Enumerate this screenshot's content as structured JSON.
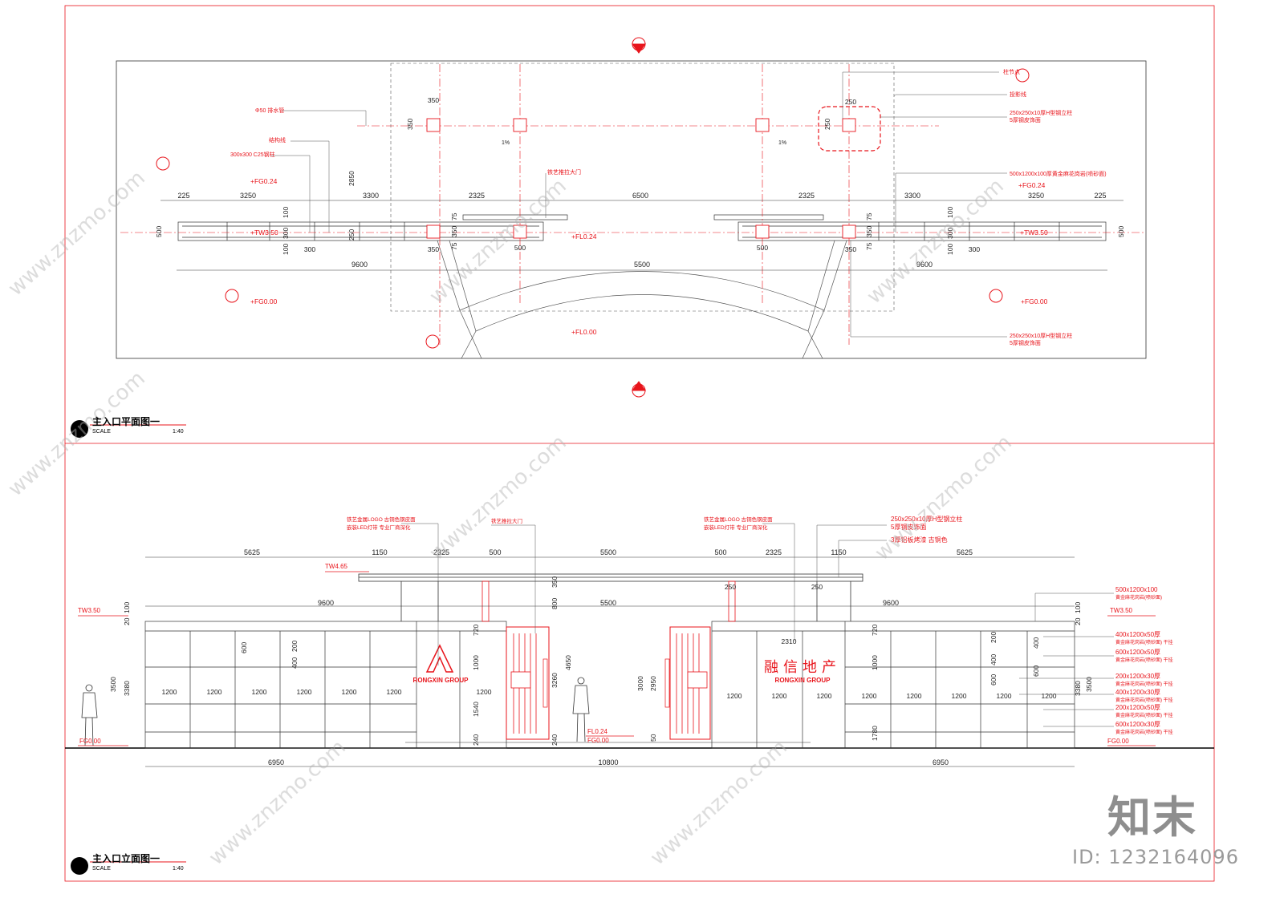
{
  "plan": {
    "title": "主入口平面图一",
    "scale_label": "SCALE",
    "scale": "1:40",
    "top_dims": [
      "225",
      "3250",
      "3300",
      "2325",
      "6500",
      "2325",
      "3300",
      "3250",
      "225"
    ],
    "bottom_dims": [
      "9600",
      "5500",
      "9600"
    ],
    "sub_dims": {
      "d350": "350",
      "d250": "250",
      "d2850": "2850",
      "d500": "500",
      "d100": "100",
      "d300": "300",
      "d75": "75",
      "d1pct": "1%"
    },
    "levels": {
      "fg024": "+FG0.24",
      "fl024": "+FL0.24",
      "fg000": "+FG0.00",
      "fl000": "+FL0.00",
      "tw350": "+TW3.50"
    },
    "notes_left": [
      "Φ50 排水管",
      "结构线",
      "300x300 C25钢柱"
    ],
    "notes_right": [
      "柱节点",
      "投影线",
      "250x250x10厚H型钢立柱",
      "5厚钢皮饰面",
      "500x1200x100厚黄金麻花岗岩(喷砂面)",
      "250x250x10厚H型钢立柱",
      "5厚钢皮饰面"
    ],
    "note_gate": "铁艺推拉大门"
  },
  "elevation": {
    "title": "主入口立面图一",
    "scale_label": "SCALE",
    "scale": "1:40",
    "top_dims": [
      "5625",
      "1150",
      "2325",
      "500",
      "5500",
      "500",
      "2325",
      "1150",
      "5625"
    ],
    "second_dims": [
      "9600",
      "5500",
      "9600"
    ],
    "bottom_dims": [
      "6950",
      "10800",
      "6950"
    ],
    "panel_width": "1200",
    "vert_dims": {
      "d3500": "3500",
      "d3380": "3380",
      "d100": "100",
      "d20": "20",
      "d350": "350",
      "d800": "800",
      "d4650": "4650",
      "d3260": "3260",
      "d720": "720",
      "d1000": "1000",
      "d1540": "1540",
      "d240": "240",
      "d3000": "3000",
      "d2950": "2950",
      "d50": "50",
      "d1780": "1780",
      "d600": "600",
      "d400": "400",
      "d200": "200",
      "d2310": "2310",
      "d250": "250"
    },
    "levels": {
      "tw465": "TW4.65",
      "tw350": "TW3.50",
      "fg000": "FG0.00",
      "fl024": "FL0.24"
    },
    "brand_en": "RONGXIN GROUP",
    "brand_cn": "融信地产",
    "notes_top": [
      "铁艺金属LOGO 古铜色钢皮面",
      "嵌装LED灯带 专业厂商深化",
      "铁艺推拉大门",
      "铁艺金属LOGO 古铜色钢皮面",
      "嵌装LED灯带 专业厂商深化",
      "250x250x10厚H型钢立柱",
      "5厚钢皮饰面",
      "3厚铝板烤漆 古铜色"
    ],
    "notes_right": [
      "500x1200x100",
      "黄金麻花岗岩(喷砂面)",
      "400x1200x50厚",
      "黄金麻花岗岩(喷砂面) 干挂",
      "600x1200x50厚",
      "黄金麻花岗岩(喷砂面) 干挂",
      "200x1200x30厚",
      "黄金麻花岗岩(喷砂面) 干挂",
      "400x1200x30厚",
      "黄金麻花岗岩(喷砂面) 干挂",
      "200x1200x50厚",
      "黄金麻花岗岩(喷砂面) 干挂",
      "600x1200x30厚",
      "黄金麻花岗岩(喷砂面) 干挂"
    ]
  },
  "watermark": {
    "logo_cn": "知末",
    "site": "www.znzmo.com",
    "id_text": "ID: 1232164096"
  },
  "colors": {
    "line": "#000000",
    "accent": "#e8141b",
    "paper": "#ffffff",
    "watermark": "#9a9a9a"
  }
}
